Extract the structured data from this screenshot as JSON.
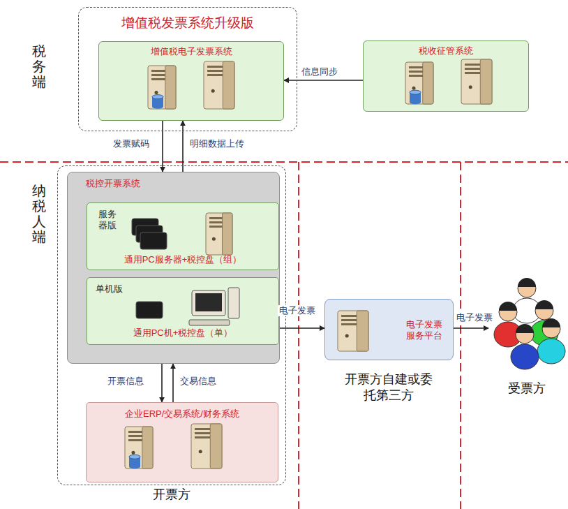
{
  "diagram": {
    "nodes": [
      {
        "text": [
          "增值税发票系统升级版"
        ]
      },
      {
        "text": [
          "增值税电子发票系统"
        ],
        "in": 0
      },
      {
        "text": [
          "税收征管系统"
        ]
      },
      {
        "text": [
          "开票方"
        ]
      },
      {
        "text": [
          "税控开票系统"
        ],
        "in": 3
      },
      {
        "text": [
          "服务器版",
          "通用PC服务器+税控盘（组）"
        ],
        "in": 4
      },
      {
        "text": [
          "单机版",
          "通用PC机+税控盘（单）"
        ],
        "in": 4
      },
      {
        "text": [
          "企业ERP/交易系统/财务系统"
        ],
        "in": 3
      },
      {
        "text": [
          "电子发票服务平台"
        ]
      },
      {
        "text": [
          "受票方"
        ]
      }
    ],
    "edges": [
      {
        "from": 2,
        "to": 1,
        "label": "信息同步",
        "arrow": "to"
      },
      {
        "from": 1,
        "to": 4,
        "label": "发票赋码",
        "arrow": "to"
      },
      {
        "from": 4,
        "to": 1,
        "label": "明细数据上传",
        "arrow": "to"
      },
      {
        "from": 4,
        "to": 7,
        "label": "开票信息",
        "arrow": "to"
      },
      {
        "from": 7,
        "to": 4,
        "label": "交易信息",
        "arrow": "to"
      },
      {
        "from": 4,
        "to": 8,
        "label": "电子发票",
        "arrow": "to"
      },
      {
        "from": 8,
        "to": 9,
        "label": "电子发票",
        "arrow": "to"
      }
    ],
    "labels": [
      "税务端",
      "纳税人端",
      "开票方自建或委托第三方"
    ]
  }
}
